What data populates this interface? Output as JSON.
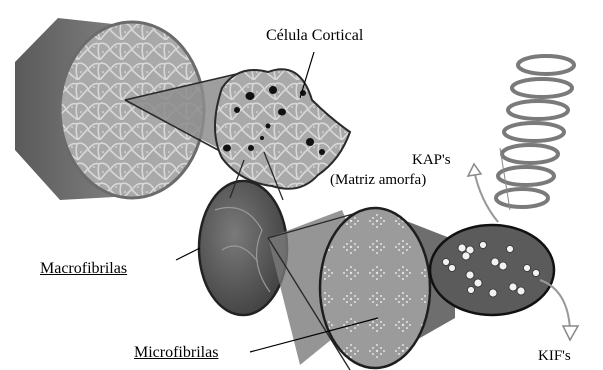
{
  "labels": {
    "celula_cortical": "Célula Cortical",
    "kaps": "KAP's",
    "matriz_amorfa": "(Matriz amorfa)",
    "macrofibrilas": "Macrofibrilas",
    "microfibrilas": "Microfibrilas",
    "kifs": "KIF's"
  },
  "icons": [
    "hair-cross-section",
    "cortical-cell",
    "macrofibril",
    "microfibril",
    "intermediate-filament-coil",
    "arrow-icon"
  ],
  "colors": {
    "dark": "#2a2a2a",
    "mid": "#6e6e6e",
    "light": "#bdbdbd",
    "surface": "#9a9a9a"
  }
}
